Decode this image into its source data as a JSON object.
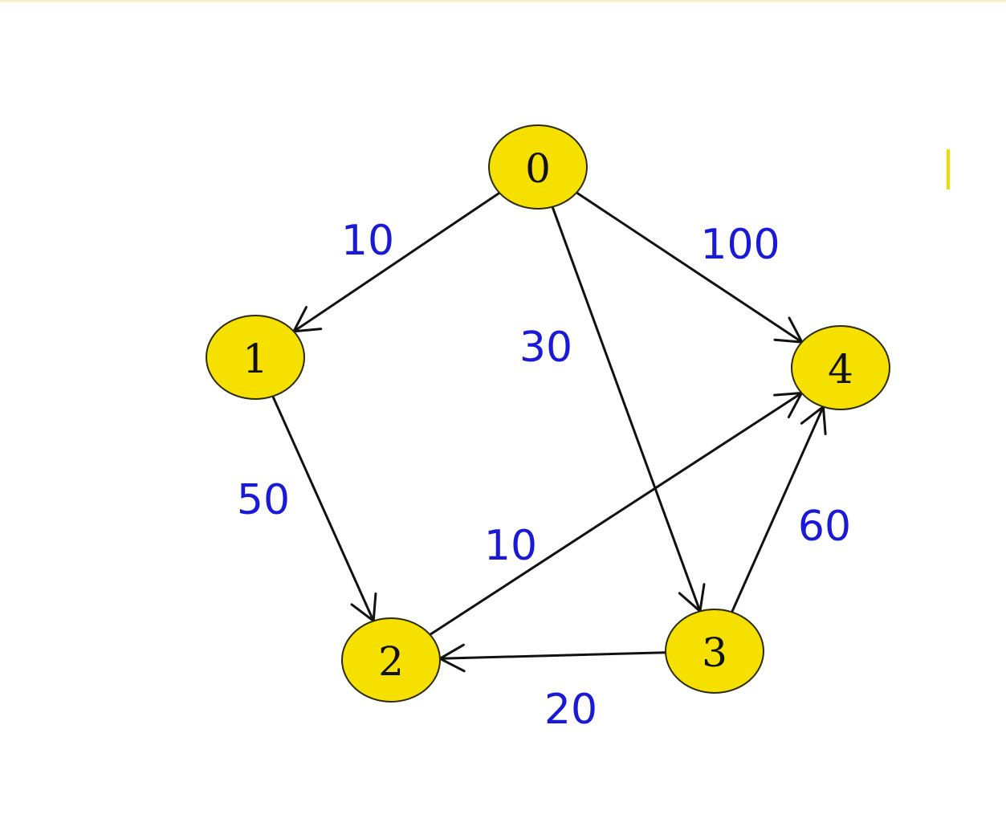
{
  "colors": {
    "node_fill": "#f5e000",
    "weight_text": "#1a1ad6",
    "edge": "#111111"
  },
  "graph": {
    "nodes": [
      {
        "id": "0",
        "label": "0"
      },
      {
        "id": "1",
        "label": "1"
      },
      {
        "id": "2",
        "label": "2"
      },
      {
        "id": "3",
        "label": "3"
      },
      {
        "id": "4",
        "label": "4"
      }
    ],
    "edges": [
      {
        "from": "0",
        "to": "1",
        "weight": "10"
      },
      {
        "from": "0",
        "to": "3",
        "weight": "30"
      },
      {
        "from": "0",
        "to": "4",
        "weight": "100"
      },
      {
        "from": "1",
        "to": "2",
        "weight": "50"
      },
      {
        "from": "2",
        "to": "4",
        "weight": "10"
      },
      {
        "from": "3",
        "to": "2",
        "weight": "20"
      },
      {
        "from": "3",
        "to": "4",
        "weight": "60"
      }
    ]
  }
}
